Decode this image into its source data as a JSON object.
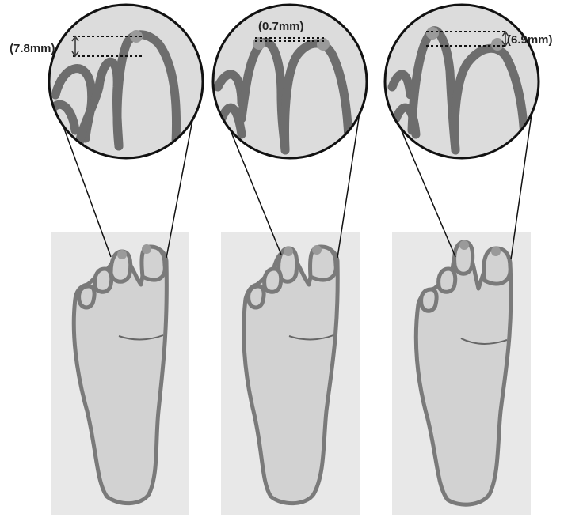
{
  "figure": {
    "panels": [
      {
        "id": "left",
        "measurement_label": "(7.8mm)",
        "measurement_value_mm": 7.8
      },
      {
        "id": "middle",
        "measurement_label": "(0.7mm)",
        "measurement_value_mm": 0.7
      },
      {
        "id": "right",
        "measurement_label": "(6.9mm)",
        "measurement_value_mm": 6.9
      }
    ],
    "colors": {
      "panel_background": "#e8e8e8",
      "foot_fill": "#d2d2d2",
      "foot_outline": "#7a7a7a",
      "lens_fill": "#dcdcdc",
      "lens_border": "#111111",
      "marker": "#9a9a9a",
      "leader_line": "#111111"
    },
    "icons": {
      "foot": "foot-outline-illustration",
      "magnifier": "magnifier-circle"
    }
  }
}
